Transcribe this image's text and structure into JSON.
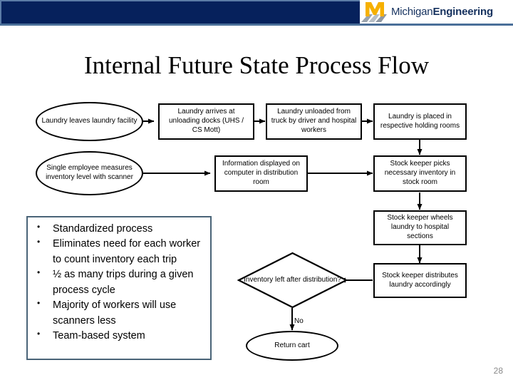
{
  "header": {
    "brand_primary": "Michigan",
    "brand_secondary": "Engineering",
    "logo_icon": "michigan-block-m-icon",
    "navy": "#06215c",
    "maize": "#f6b000",
    "underline": "#4a6f99"
  },
  "title": "Internal Future State Process Flow",
  "flow": {
    "nodes": [
      {
        "id": "laundry-leaves",
        "shape": "oval",
        "text": "Laundry leaves laundry facility"
      },
      {
        "id": "laundry-arrives",
        "shape": "box",
        "text": "Laundry arrives at unloading docks (UHS / CS Mott)"
      },
      {
        "id": "laundry-unloaded",
        "shape": "box",
        "text": "Laundry unloaded from truck by driver and hospital workers"
      },
      {
        "id": "laundry-placed",
        "shape": "box",
        "text": "Laundry is placed in respective holding rooms"
      },
      {
        "id": "single-employee",
        "shape": "oval",
        "text": "Single employee measures inventory level with scanner"
      },
      {
        "id": "information-displayed",
        "shape": "box",
        "text": "Information displayed on computer in distribution room"
      },
      {
        "id": "stock-keeper-picks",
        "shape": "box",
        "text": "Stock keeper picks necessary inventory in stock room"
      },
      {
        "id": "stock-keeper-wheels",
        "shape": "box",
        "text": "Stock keeper wheels laundry to hospital sections"
      },
      {
        "id": "stock-keeper-distributes",
        "shape": "box",
        "text": "Stock keeper distributes laundry accordingly"
      },
      {
        "id": "inventory-left",
        "shape": "diamond",
        "text": "Inventory left after distribution?"
      },
      {
        "id": "return-cart",
        "shape": "oval",
        "text": "Return cart"
      }
    ],
    "edge_labels": {
      "no": "No"
    }
  },
  "benefits": {
    "items": [
      "Standardized process",
      "Eliminates need for each worker to count inventory each trip",
      "½ as many trips during a given process cycle",
      "Majority of workers will use scanners less",
      "Team-based system"
    ],
    "border_color": "#4a6478"
  },
  "page_number": "28"
}
